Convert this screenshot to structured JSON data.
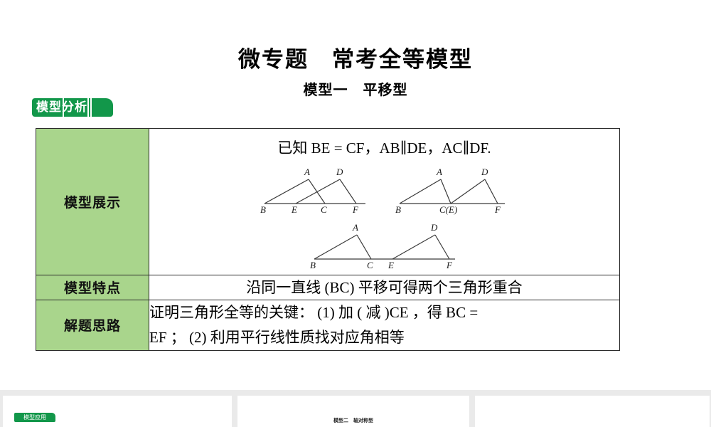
{
  "slide": {
    "title": "微专题　常考全等模型",
    "subtitle": "模型一　平移型",
    "section_tag": "模型分析",
    "table": {
      "rows": [
        {
          "label": "模型展示",
          "given": "已知 BE = CF，AB∥DE，AC∥DF.",
          "figures": [
            {
              "name": "overlapping-triangles",
              "points": [
                "A",
                "D",
                "B",
                "E",
                "C",
                "F"
              ]
            },
            {
              "name": "point-touching-triangles",
              "points": [
                "A",
                "D",
                "B",
                "C(E)",
                "F"
              ]
            },
            {
              "name": "separated-triangles",
              "points": [
                "A",
                "D",
                "B",
                "C",
                "E",
                "F"
              ]
            }
          ]
        },
        {
          "label": "模型特点",
          "text": "沿同一直线 (BC) 平移可得两个三角形重合"
        },
        {
          "label": "解题思路",
          "line1": "证明三角形全等的关键：  (1) 加 ( 减 )CE ，得 BC =",
          "line2": "EF ；  (2) 利用平行线性质找对应角相等"
        }
      ]
    }
  },
  "filmstrip": {
    "thumbs": [
      {
        "tag": "模型应用",
        "title": ""
      },
      {
        "tag": "",
        "title": "模型二　轴对称型"
      },
      {
        "tag": "",
        "title": ""
      }
    ]
  },
  "colors": {
    "brand_green": "#12974a",
    "cell_green": "#a9d58c",
    "border": "#2b2b2b",
    "strip_bg": "#eaeaea"
  }
}
